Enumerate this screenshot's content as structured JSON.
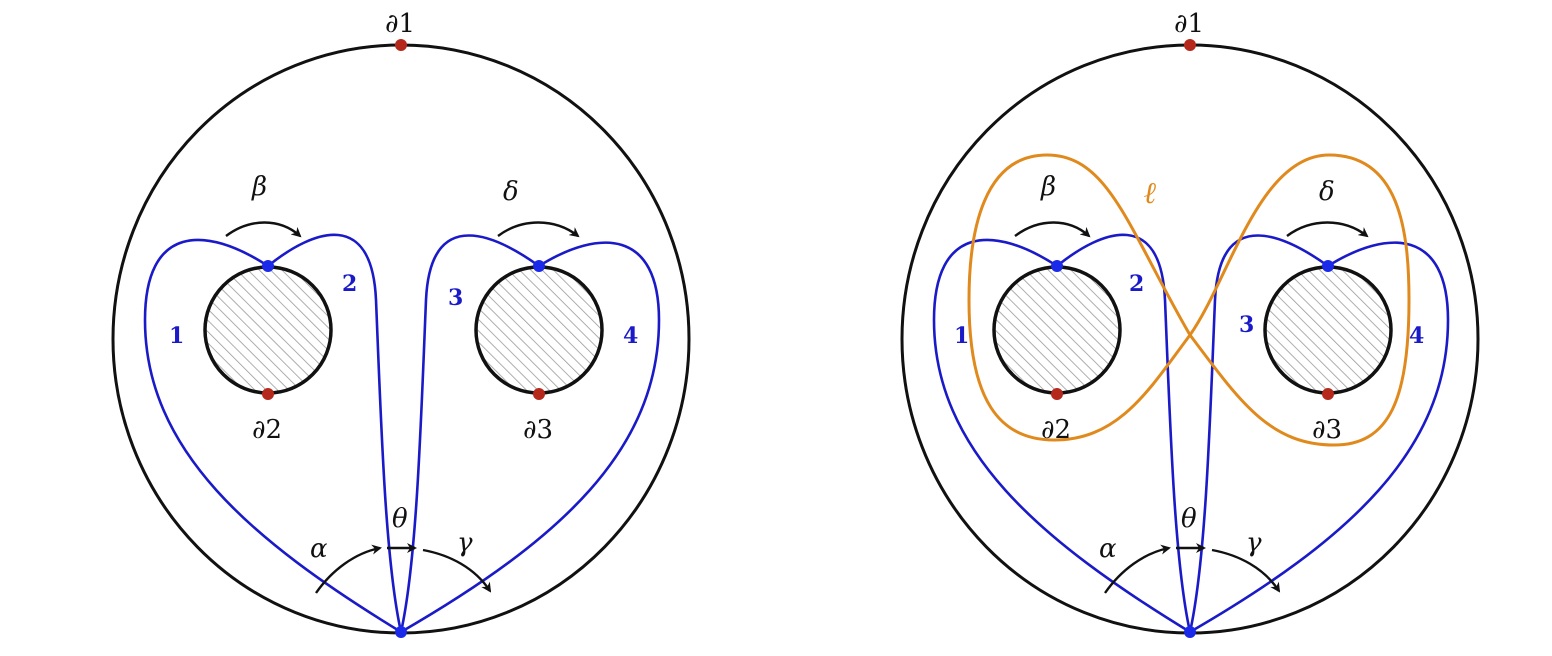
{
  "colors": {
    "boundary": "#111111",
    "loop": "#1a1ac8",
    "marked_point": "#b5281c",
    "base_point": "#1a2ae8",
    "curve_l": "#e08a1e",
    "hatch": "#9a9a9a"
  },
  "panels": [
    {
      "boundaries": [
        "∂1",
        "∂2",
        "∂3"
      ],
      "loop_labels": [
        "1",
        "2",
        "3",
        "4"
      ],
      "angles": [
        "β",
        "δ",
        "α",
        "θ",
        "γ"
      ]
    },
    {
      "boundaries": [
        "∂1",
        "∂2",
        "∂3"
      ],
      "loop_labels": [
        "1",
        "2",
        "3",
        "4"
      ],
      "angles": [
        "β",
        "δ",
        "α",
        "θ",
        "γ"
      ],
      "curve_label": "ℓ"
    }
  ]
}
